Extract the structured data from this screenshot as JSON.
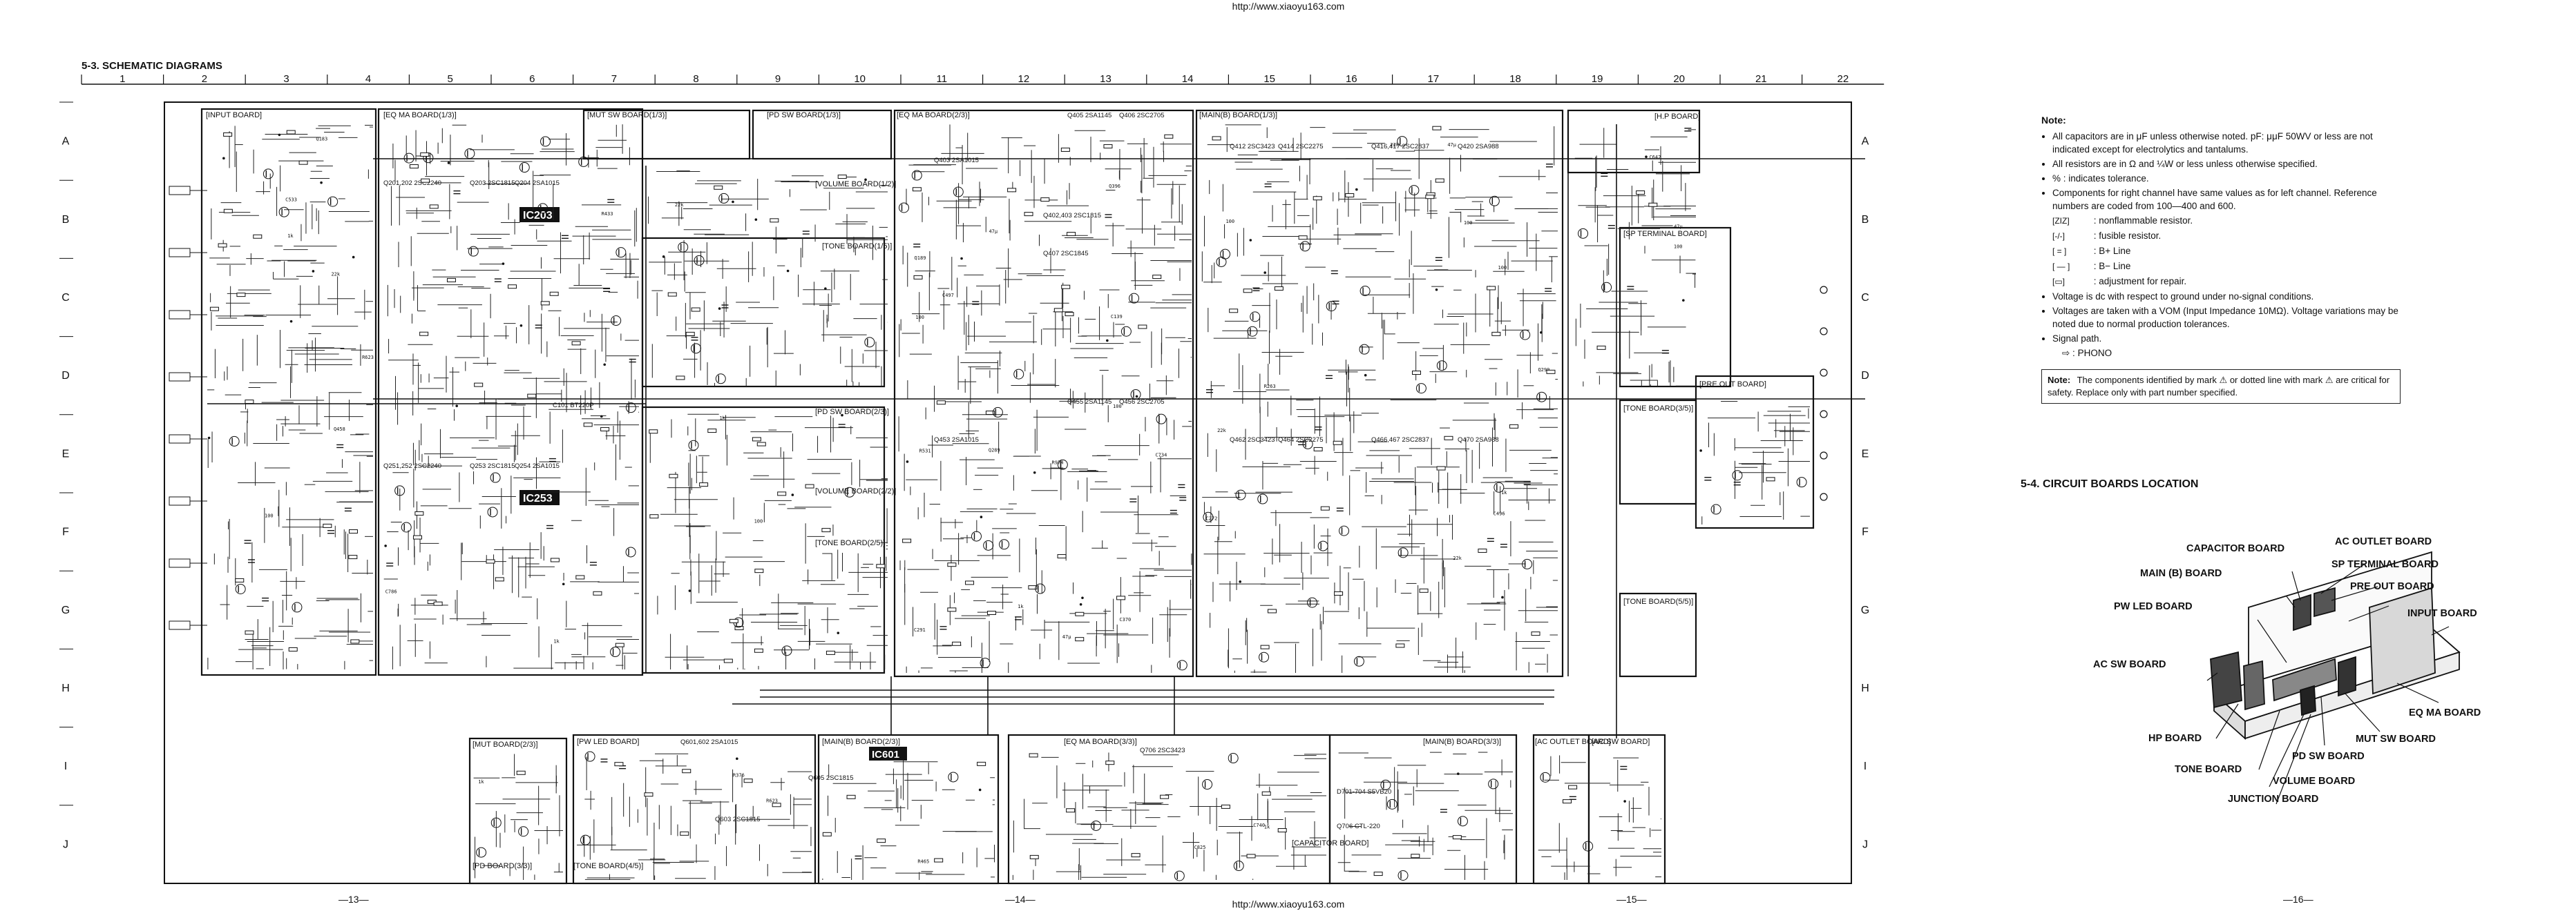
{
  "watermark_url": "http://www.xiaoyu163.com",
  "section_title": "5-3.  SCHEMATIC DIAGRAMS",
  "grid_columns": [
    "1",
    "2",
    "3",
    "4",
    "5",
    "6",
    "7",
    "8",
    "9",
    "10",
    "11",
    "12",
    "13",
    "14",
    "15",
    "16",
    "17",
    "18",
    "19",
    "20",
    "21",
    "22"
  ],
  "grid_rows": [
    "A",
    "B",
    "C",
    "D",
    "E",
    "F",
    "G",
    "H",
    "I",
    "J"
  ],
  "page_numbers": [
    "—13—",
    "—14—",
    "—15—",
    "—16—"
  ],
  "boards": {
    "input": "[INPUT BOARD]",
    "eq_ma_1": "[EQ MA BOARD(1/3)]",
    "mut_sw_1": "[MUT SW BOARD(1/3)]",
    "pd_sw_1": "[PD SW BOARD(1/3)]",
    "eq_ma_2": "[EQ MA BOARD(2/3)]",
    "main_b_1": "[MAIN(B) BOARD(1/3)]",
    "hp": "[H.P BOARD]",
    "volume_1": "[VOLUME BOARD(1/2)]",
    "tone_1": "[TONE BOARD(1/5)]",
    "pd_sw_2": "[PD SW BOARD(2/3)]",
    "volume_2": "[VOLUME BOARD(2/2)]",
    "tone_2": "[TONE BOARD(2/5)]",
    "sp_terminal": "[SP TERMINAL BOARD]",
    "pre_out": "[PRE OUT BOARD]",
    "tone_3": "[TONE BOARD(3/5)]",
    "tone_5": "[TONE BOARD(5/5)]",
    "mut_sw_2": "[MUT BOARD(2/3)]",
    "pw_led": "[PW LED BOARD]",
    "main_b_2": "[MAIN(B) BOARD(2/3)]",
    "eq_ma_3": "[EQ MA BOARD(3/3)]",
    "main_b_3": "[MAIN(B) BOARD(3/3)]",
    "ac_outlet": "[AC OUTLET BOARD]",
    "ac_sw": "[AC SW BOARD]",
    "pd_sw_3": "[PD BOARD(3/3)]",
    "tone_4": "[TONE BOARD(4/5)]",
    "capacitor": "[CAPACITOR BOARD]"
  },
  "ics": {
    "ic203": "IC203",
    "ic253": "IC253",
    "ic601": "IC601"
  },
  "transistors": {
    "q201": "Q201,202 2SC2240",
    "q203": "Q203 2SC1815",
    "q204": "Q204 2SA1015",
    "q251": "Q251,252 2SC2240",
    "q253": "Q253 2SC1815",
    "q254": "Q254 2SA1015",
    "q403": "Q403 2SA1015",
    "q405": "Q405 2SA1145",
    "q406": "Q406 2SC2705",
    "q402": "Q402,403 2SC1815",
    "q412": "Q412 2SC3423",
    "q414": "Q414 2SC2275",
    "q416": "Q416,417 2SC2837",
    "q420": "Q420 2SA988",
    "q407": "Q407 2SC1845",
    "q453": "Q453 2SA1015",
    "q455": "Q455 2SA1145",
    "q456": "Q456 2SC2705",
    "q462": "Q462 2SC3423",
    "q464": "Q464 2SC2275",
    "q466": "Q466,467 2SC2837",
    "q470": "Q470 2SA988",
    "c101": "C101 BT220P",
    "q601": "Q601,602 2SA1015",
    "q603": "Q603 2SC1815",
    "q605": "Q605 2SC1815",
    "d701": "D701-704 S5VB20",
    "q706": "Q706 CTL-220",
    "q706b": "Q706 2SC3423"
  },
  "notes": {
    "title": "Note:",
    "items": [
      "All capacitors are in μF unless otherwise noted. pF: μμF 50WV or less are not indicated except for electrolytics and tantalums.",
      "All resistors are in Ω and ¼W or less unless otherwise specified.",
      "% : indicates tolerance.",
      "Components for right channel have same values as for left channel. Reference numbers are coded from 100—400 and 600.",
      "Voltage is dc with respect to ground under no-signal conditions.",
      "Voltages are taken with a VOM (Input Impedance 10MΩ). Voltage variations may be noted due to normal production tolerances.",
      "Signal path."
    ],
    "symbols": [
      {
        "sym": "[ZIZ]",
        "desc": ": nonflammable resistor."
      },
      {
        "sym": "[-/-]",
        "desc": ": fusible resistor."
      },
      {
        "sym": "[ = ]",
        "desc": ": B+ Line"
      },
      {
        "sym": "[ — ]",
        "desc": ": B− Line"
      },
      {
        "sym": "[▭]",
        "desc": ": adjustment for repair."
      }
    ],
    "signal": "⇨ : PHONO"
  },
  "safety_note": {
    "label": "Note:",
    "text": "The components identified by mark ⚠ or dotted line with mark ⚠ are critical for safety. Replace only with part number specified."
  },
  "location": {
    "title": "5-4.  CIRCUIT BOARDS LOCATION",
    "labels": {
      "capacitor": "CAPACITOR BOARD",
      "ac_outlet": "AC OUTLET BOARD",
      "main_b": "MAIN (B) BOARD",
      "sp_terminal": "SP TERMINAL BOARD",
      "pre_out": "PRE OUT BOARD",
      "pw_led": "PW LED BOARD",
      "input": "INPUT BOARD",
      "ac_sw": "AC SW BOARD",
      "eq_ma": "EQ MA BOARD",
      "hp": "HP BOARD",
      "mut_sw": "MUT SW BOARD",
      "tone": "TONE BOARD",
      "pd_sw": "PD SW BOARD",
      "volume": "VOLUME BOARD",
      "junction": "JUNCTION BOARD"
    }
  }
}
